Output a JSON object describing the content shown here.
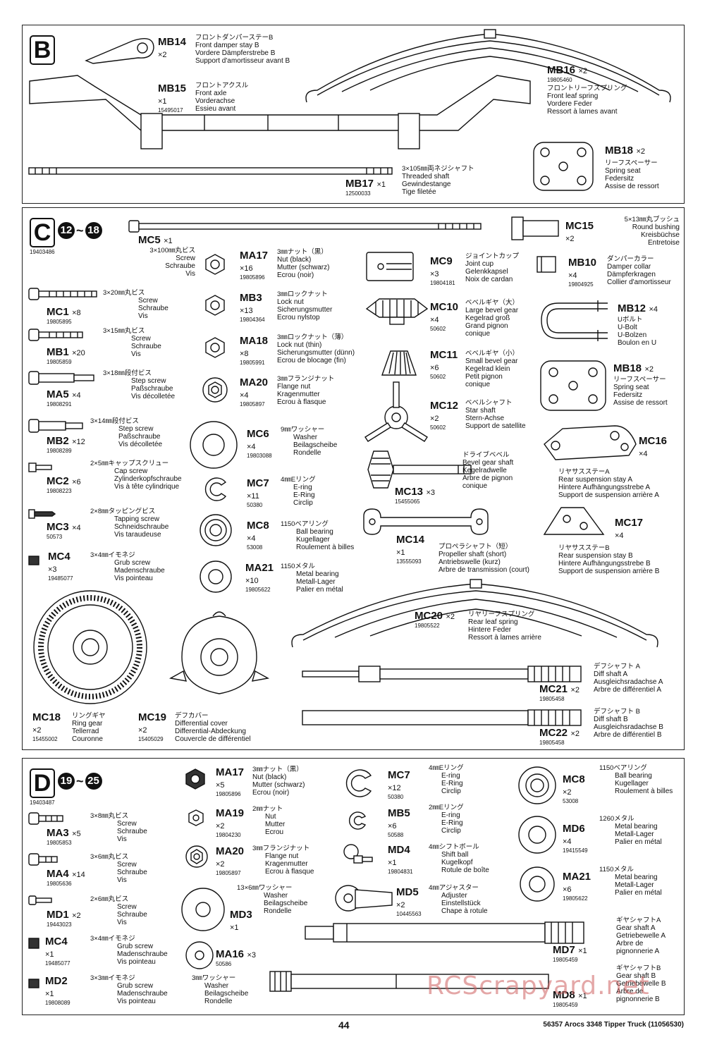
{
  "B": {
    "letter": "B",
    "MB14": {
      "code": "MB14",
      "qty": "×2",
      "jp": "フロントダンパーステーB",
      "en": "Front damper stay B",
      "de": "Vordere Dämpferstrebe B",
      "fr": "Support d'amortisseur avant B"
    },
    "MB15": {
      "code": "MB15",
      "qty": "×1",
      "num": "15495017",
      "jp": "フロントアクスル",
      "en": "Front axle",
      "de": "Vorderachse",
      "fr": "Essieu avant"
    },
    "MB16": {
      "code": "MB16",
      "qty": "×2",
      "num": "19805460",
      "jp": "フロントリーフスプリング",
      "en": "Front leaf spring",
      "de": "Vordere Feder",
      "fr": "Ressort à lames avant"
    },
    "MB17": {
      "code": "MB17",
      "qty": "×1",
      "num": "12500033",
      "jp": "3×105㎜両ネジシャフト",
      "en": "Threaded shaft",
      "de": "Gewindestange",
      "fr": "Tige filetée"
    },
    "MB18": {
      "code": "MB18",
      "qty": "×2",
      "jp": "リーフスペーサー",
      "en": "Spring seat",
      "de": "Federsitz",
      "fr": "Assise de ressort"
    }
  },
  "C": {
    "letter": "C",
    "step1": "12",
    "tilde": "~",
    "step2": "18",
    "ref": "19403486",
    "MC5": {
      "code": "MC5",
      "qty": "×1",
      "jp": "3×100㎜丸ビス",
      "en": "Screw",
      "de": "Schraube",
      "fr": "Vis"
    },
    "MC15": {
      "code": "MC15",
      "qty": "×2",
      "jp": "5×13㎜丸ブッシュ",
      "en": "Round bushing",
      "de": "Kreisbüchse",
      "fr": "Entretoise"
    },
    "MA17": {
      "code": "MA17",
      "qty": "×16",
      "num": "19805896",
      "jp": "3㎜ナット（黒）",
      "en": "Nut (black)",
      "de": "Mutter (schwarz)",
      "fr": "Ecrou (noir)"
    },
    "MC9": {
      "code": "MC9",
      "qty": "×3",
      "num": "19804181",
      "jp": "ジョイントカップ",
      "en": "Joint cup",
      "de": "Gelenkkapsel",
      "fr": "Noix de cardan"
    },
    "MB10": {
      "code": "MB10",
      "qty": "×4",
      "num": "19804925",
      "jp": "ダンパーカラー",
      "en": "Damper collar",
      "de": "Dämpferkragen",
      "fr": "Collier d'amortisseur"
    },
    "MC1": {
      "code": "MC1",
      "qty": "×8",
      "num": "19805895",
      "jp": "3×20㎜丸ビス",
      "en": "Screw",
      "de": "Schraube",
      "fr": "Vis"
    },
    "MB3": {
      "code": "MB3",
      "qty": "×13",
      "num": "19804364",
      "jp": "3㎜ロックナット",
      "en": "Lock nut",
      "de": "Sicherungsmutter",
      "fr": "Ecrou nylstop"
    },
    "MC10": {
      "code": "MC10",
      "qty": "×4",
      "num": "50602",
      "jp": "ベベルギヤ（大）",
      "en": "Large bevel gear",
      "de": "Kegelrad groß",
      "fr": "Grand pignon",
      "fr2": "conique"
    },
    "MB12": {
      "code": "MB12",
      "qty": "×4",
      "jp": "Uボルト",
      "en": "U-Bolt",
      "de": "U-Bolzen",
      "fr": "Boulon en U"
    },
    "MB1": {
      "code": "MB1",
      "qty": "×20",
      "num": "19805859",
      "jp": "3×15㎜丸ビス",
      "en": "Screw",
      "de": "Schraube",
      "fr": "Vis"
    },
    "MA18": {
      "code": "MA18",
      "qty": "×8",
      "num": "19805991",
      "jp": "3㎜ロックナット（薄）",
      "en": "Lock nut (thin)",
      "de": "Sicherungsmutter (dünn)",
      "fr": "Ecrou de blocage (fin)"
    },
    "MC11": {
      "code": "MC11",
      "qty": "×6",
      "num": "50602",
      "jp": "ベベルギヤ（小）",
      "en": "Small bevel gear",
      "de": "Kegelrad klein",
      "fr": "Petit pignon",
      "fr2": "conique"
    },
    "MB18c": {
      "code": "MB18",
      "qty": "×2",
      "jp": "リーフスペーサー",
      "en": "Spring seat",
      "de": "Federsitz",
      "fr": "Assise de ressort"
    },
    "MA5": {
      "code": "MA5",
      "qty": "×4",
      "num": "19808291",
      "jp": "3×18㎜段付ビス",
      "en": "Step screw",
      "de": "Paßschraube",
      "fr": "Vis décolletée"
    },
    "MA20": {
      "code": "MA20",
      "qty": "×4",
      "num": "19805897",
      "jp": "3㎜フランジナット",
      "en": "Flange nut",
      "de": "Kragenmutter",
      "fr": "Ecrou à flasque"
    },
    "MC12": {
      "code": "MC12",
      "qty": "×2",
      "num": "50602",
      "jp": "ベベルシャフト",
      "en": "Star shaft",
      "de": "Stern-Achse",
      "fr": "Support de satellite"
    },
    "MB2": {
      "code": "MB2",
      "qty": "×12",
      "num": "19808289",
      "jp": "3×14㎜段付ビス",
      "en": "Step screw",
      "de": "Paßschraube",
      "fr": "Vis décolletée"
    },
    "MC6": {
      "code": "MC6",
      "qty": "×4",
      "num": "19803088",
      "jp": "9㎜ワッシャー",
      "en": "Washer",
      "de": "Beilagscheibe",
      "fr": "Rondelle"
    },
    "MC16": {
      "code": "MC16",
      "qty": "×4",
      "jp": "リヤサスステーA",
      "en": "Rear suspension stay A",
      "de": "Hintere Aufhängungsstrebe A",
      "fr": "Support de suspension arrière A"
    },
    "MC2": {
      "code": "MC2",
      "qty": "×6",
      "num": "19808223",
      "jp": "2×5㎜キャップスクリュー",
      "en": "Cap screw",
      "de": "Zylinderkopfschraube",
      "fr": "Vis à tête cylindrique"
    },
    "MC7": {
      "code": "MC7",
      "qty": "×11",
      "num": "50380",
      "jp": "4㎜Eリング",
      "en": "E-ring",
      "de": "E-Ring",
      "fr": "Circlip"
    },
    "MC13": {
      "code": "MC13",
      "qty": "×3",
      "num": "15455065",
      "jp": "ドライブベベル",
      "en": "Bevel gear shaft",
      "de": "Kegelradwelle",
      "fr": "Arbre de pignon",
      "fr2": "conique"
    },
    "MC3": {
      "code": "MC3",
      "qty": "×4",
      "num": "50573",
      "jp": "2×8㎜タッピングビス",
      "en": "Tapping screw",
      "de": "Schneidschraube",
      "fr": "Vis taraudeuse"
    },
    "MC8": {
      "code": "MC8",
      "qty": "×4",
      "num": "53008",
      "jp": "1150ベアリング",
      "en": "Ball bearing",
      "de": "Kugellager",
      "fr": "Roulement à billes"
    },
    "MC14": {
      "code": "MC14",
      "qty": "×1",
      "num": "13555093",
      "jp": "プロペラシャフト（短）",
      "en": "Propeller shaft (short)",
      "de": "Antriebswelle (kurz)",
      "fr": "Arbre de transmission (court)"
    },
    "MC17": {
      "code": "MC17",
      "qty": "×4",
      "jp": "リヤサスステーB",
      "en": "Rear suspension stay B",
      "de": "Hintere Aufhängungsstrebe B",
      "fr": "Support de suspension arrière B"
    },
    "MC4": {
      "code": "MC4",
      "qty": "×3",
      "num": "19485077",
      "jp": "3×4㎜イモネジ",
      "en": "Grub screw",
      "de": "Madenschraube",
      "fr": "Vis pointeau"
    },
    "MA21": {
      "code": "MA21",
      "qty": "×10",
      "num": "19805622",
      "jp": "1150メタル",
      "en": "Metal bearing",
      "de": "Metall-Lager",
      "fr": "Palier en métal"
    },
    "MC20": {
      "code": "MC20",
      "qty": "×2",
      "num": "19805522",
      "jp": "リヤリーフスプリング",
      "en": "Rear leaf spring",
      "de": "Hintere Feder",
      "fr": "Ressort à lames arrière"
    },
    "MC21": {
      "code": "MC21",
      "qty": "×2",
      "num": "19805458",
      "jp": "デフシャフト A",
      "en": "Diff shaft A",
      "de": "Ausgleichsradachse A",
      "fr": "Arbre de différentiel A"
    },
    "MC18": {
      "code": "MC18",
      "qty": "×2",
      "num": "15455002",
      "jp": "リングギヤ",
      "en": "Ring gear",
      "de": "Tellerrad",
      "fr": "Couronne"
    },
    "MC19": {
      "code": "MC19",
      "qty": "×2",
      "num": "15405029",
      "jp": "デフカバー",
      "en": "Differential cover",
      "de": "Differential-Abdeckung",
      "fr": "Couvercle de différentiel"
    },
    "MC22": {
      "code": "MC22",
      "qty": "×2",
      "num": "19805458",
      "jp": "デフシャフト B",
      "en": "Diff shaft B",
      "de": "Ausgleichsradachse B",
      "fr": "Arbre de différentiel B"
    }
  },
  "D": {
    "letter": "D",
    "step1": "19",
    "tilde": "~",
    "step2": "25",
    "ref": "19403487",
    "MA17": {
      "code": "MA17",
      "qty": "×5",
      "num": "19805896",
      "jp": "3㎜ナット（黒）",
      "en": "Nut (black)",
      "de": "Mutter (schwarz)",
      "fr": "Ecrou (noir)"
    },
    "MC7": {
      "code": "MC7",
      "qty": "×12",
      "num": "50380",
      "jp": "4㎜Eリング",
      "en": "E-ring",
      "de": "E-Ring",
      "fr": "Circlip"
    },
    "MC8": {
      "code": "MC8",
      "qty": "×2",
      "num": "53008",
      "jp": "1150ベアリング",
      "en": "Ball bearing",
      "de": "Kugellager",
      "fr": "Roulement à billes"
    },
    "MA3": {
      "code": "MA3",
      "qty": "×5",
      "num": "19805853",
      "jp": "3×8㎜丸ビス",
      "en": "Screw",
      "de": "Schraube",
      "fr": "Vis"
    },
    "MA19": {
      "code": "MA19",
      "qty": "×2",
      "num": "19804230",
      "jp": "2㎜ナット",
      "en": "Nut",
      "de": "Mutter",
      "fr": "Ecrou"
    },
    "MB5": {
      "code": "MB5",
      "qty": "×6",
      "num": "50588",
      "jp": "2㎜Eリング",
      "en": "E-ring",
      "de": "E-Ring",
      "fr": "Circlip"
    },
    "MD6": {
      "code": "MD6",
      "qty": "×4",
      "num": "19415549",
      "jp": "1260メタル",
      "en": "Metal bearing",
      "de": "Metall-Lager",
      "fr": "Palier en métal"
    },
    "MA4": {
      "code": "MA4",
      "qty": "×14",
      "num": "19805636",
      "jp": "3×6㎜丸ビス",
      "en": "Screw",
      "de": "Schraube",
      "fr": "Vis"
    },
    "MA20": {
      "code": "MA20",
      "qty": "×2",
      "num": "19805897",
      "jp": "3㎜フランジナット",
      "en": "Flange nut",
      "de": "Kragenmutter",
      "fr": "Ecrou à flasque"
    },
    "MD4": {
      "code": "MD4",
      "qty": "×1",
      "num": "19804831",
      "jp": "4㎜シフトボール",
      "en": "Shift ball",
      "de": "Kugelkopf",
      "fr": "Rotule de boîte"
    },
    "MA21": {
      "code": "MA21",
      "qty": "×6",
      "num": "19805622",
      "jp": "1150メタル",
      "en": "Metal bearing",
      "de": "Metall-Lager",
      "fr": "Palier en métal"
    },
    "MD1": {
      "code": "MD1",
      "qty": "×2",
      "num": "19443023",
      "jp": "2×6㎜丸ビス",
      "en": "Screw",
      "de": "Schraube",
      "fr": "Vis"
    },
    "MD3": {
      "code": "MD3",
      "qty": "×1",
      "jp": "13×6㎜ワッシャー",
      "en": "Washer",
      "de": "Beilagscheibe",
      "fr": "Rondelle"
    },
    "MD5": {
      "code": "MD5",
      "qty": "×2",
      "num": "10445563",
      "jp": "4㎜アジャスター",
      "en": "Adjuster",
      "de": "Einstellstück",
      "fr": "Chape à rotule"
    },
    "MC4": {
      "code": "MC4",
      "qty": "×1",
      "num": "19485077",
      "jp": "3×4㎜イモネジ",
      "en": "Grub screw",
      "de": "Madenschraube",
      "fr": "Vis pointeau"
    },
    "MA16": {
      "code": "MA16",
      "qty": "×3",
      "num": "50586",
      "jp": "3㎜ワッシャー",
      "en": "Washer",
      "de": "Beilagscheibe",
      "fr": "Rondelle"
    },
    "MD7": {
      "code": "MD7",
      "qty": "×1",
      "num": "19805459",
      "jp": "ギヤシャフトA",
      "en": "Gear shaft A",
      "de": "Getriebewelle A",
      "fr": "Arbre de",
      "fr2": "pignonnerie A"
    },
    "MD2": {
      "code": "MD2",
      "qty": "×1",
      "num": "19808089",
      "jp": "3×3㎜イモネジ",
      "en": "Grub screw",
      "de": "Madenschraube",
      "fr": "Vis pointeau"
    },
    "MD8": {
      "code": "MD8",
      "qty": "×1",
      "num": "19805459",
      "jp": "ギヤシャフトB",
      "en": "Gear shaft B",
      "de": "Getriebewelle B",
      "fr": "Arbre de",
      "fr2": "pignonnerie B"
    }
  },
  "footer": {
    "page": "44",
    "title": "56357 Arocs 3348 Tipper Truck (11056530)",
    "watermark": "RCScrapyard.net"
  }
}
